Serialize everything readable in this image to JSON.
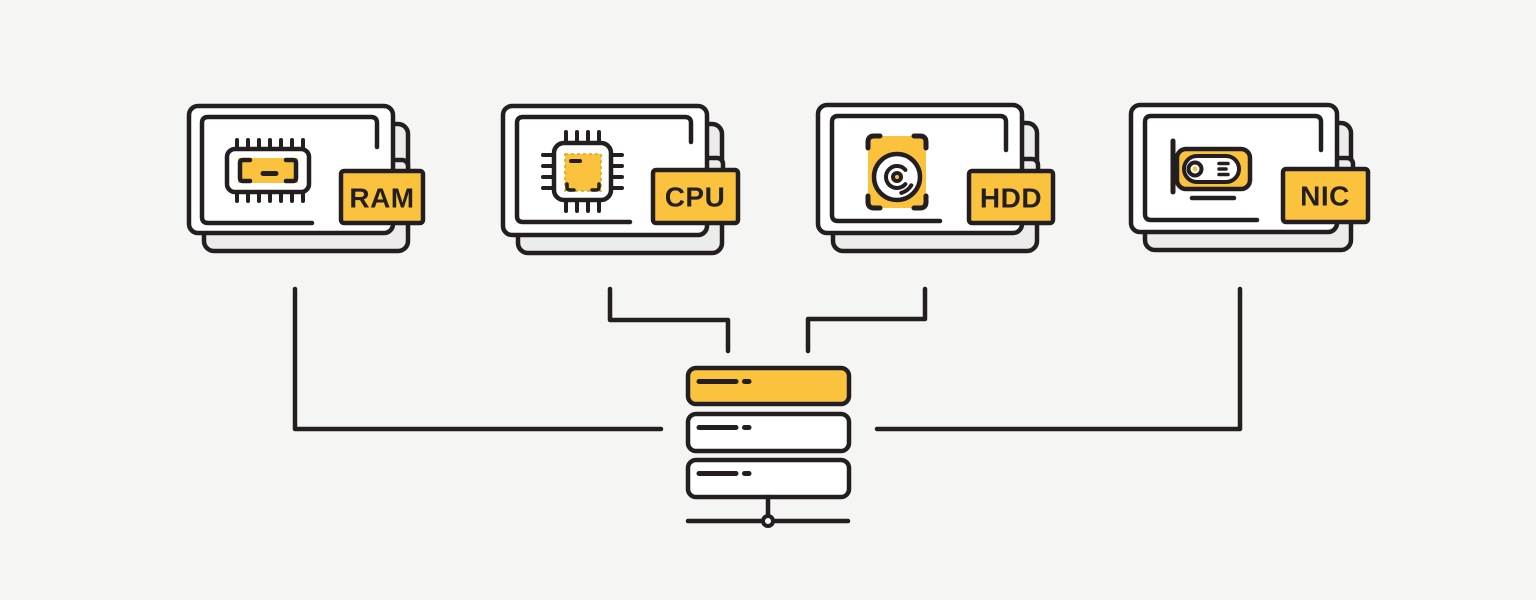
{
  "colors": {
    "background": "#f5f5f3",
    "stroke": "#231f20",
    "accent_yellow": "#fbc33d",
    "card_fill": "#ffffff",
    "shadow_fill": "#ececeb"
  },
  "diagram": {
    "type": "hardware-components-to-server",
    "components": [
      {
        "id": "ram",
        "label": "RAM",
        "icon": "memory-chip-icon"
      },
      {
        "id": "cpu",
        "label": "CPU",
        "icon": "processor-chip-icon"
      },
      {
        "id": "hdd",
        "label": "HDD",
        "icon": "hard-disk-icon"
      },
      {
        "id": "nic",
        "label": "NIC",
        "icon": "network-card-icon"
      }
    ],
    "server": {
      "icon": "server-stack-icon",
      "units": 3,
      "highlighted_unit": 1,
      "highlight_color": "#fbc33d"
    },
    "connections": [
      {
        "from": "ram",
        "to": "server"
      },
      {
        "from": "cpu",
        "to": "server"
      },
      {
        "from": "hdd",
        "to": "server"
      },
      {
        "from": "nic",
        "to": "server"
      }
    ]
  }
}
